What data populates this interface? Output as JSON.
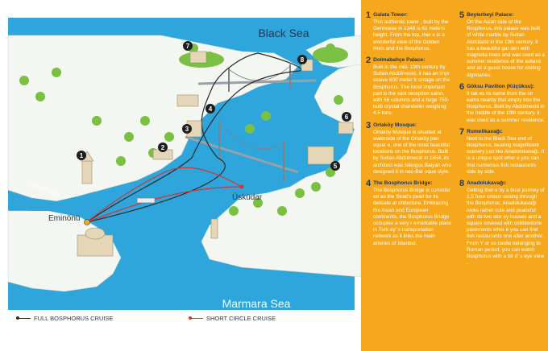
{
  "map": {
    "labels": {
      "black_sea": "Black Sea",
      "marmara_sea": "Marmara Sea",
      "golden_horn": "Golden Horn",
      "eminonu": "Eminönü",
      "uskudar": "Üsküdar"
    },
    "markers": [
      "1",
      "2",
      "3",
      "4",
      "5",
      "6",
      "7",
      "8"
    ],
    "colors": {
      "sea": "#2ea6dc",
      "land": "#ffffff",
      "full_route": "#2b2b2b",
      "short_route": "#d9342b",
      "marker": "#1e1e1e",
      "tree": "#79c043"
    }
  },
  "legend": {
    "full": "FULL BOSPHORUS CRUISE",
    "short": "SHORT CIRCLE CRUISE"
  },
  "panel": {
    "bg": "#f5a81c",
    "items": [
      {
        "num": "1",
        "title": "Galata Tower:",
        "text": "This authentic tower , built by the Gennoese in 1348 is 62 meters height. From the top, ther e is a wonderful view of the Golden Horn and the Bosphorus."
      },
      {
        "num": "2",
        "title": "Dolmabahçe Palace:",
        "text": "Built in the mid- 19th century by Sultan Abdülmecid, it has an impr essive 600 meter fr ontage on the Bosphorus. The most important part is the vast reception salon, with 56 columns and a huge 750-bulb crystal chandelier weighing 4.5 tons."
      },
      {
        "num": "3",
        "title": "Ortaköy Mosque:",
        "text": "Ortaköy Mosque is situated at waterside of the Ortaköy pier squar e, one of the most beautiful locations on the Bosphorus. Built by Sultan Abdülmecid in 1854, its architect was Nikogos Balyan who designed it in neo-Bar oque style."
      },
      {
        "num": "4",
        "title": "The Bosphorus Bridge:",
        "text": "The Bosphorus Bridge is consider ed as the Strait's pearl for its delicate ar chitecture. Embracing the Asian and European continents, the Bosphorus Bridge occupies a very r emarkable place in Turk ey' s transportation network as it links the main arteries of İstanbul."
      },
      {
        "num": "5",
        "title": "Beylerbeyi Palace:",
        "text": "On the Asian side of the Bosphorus, this palace was built of white marble by Sultan Abdülaziz in the 19th century. It has a beautiful gar den with magnolia trees and was used as a summer residence of the sultans and as a guest house for visiting dignitaries."
      },
      {
        "num": "6",
        "title": "Göksu Pavilion (Küçüksu):",
        "text": "It tak es its name from the str eams nearby that empty into the Bosphorus. Built by Abdülmecid in the middle of the 19th century, it was used as a summer residence."
      },
      {
        "num": "7",
        "title": "Rumelikavağı:",
        "text": "Next to the Black Sea end of Bosphorus, bearing magnificent scenery just like Anadolukavağı. It is a unique spot wher e you can find numerous fish restaurants side by side."
      },
      {
        "num": "8",
        "title": "Anadolukavağı:",
        "text": "Getting ther e by a boat journey of 1,5 hour crisscr ossing through the Bosphorus, Anadolukavağı looks rather cute and peaceful with its two stor ey houses and a square covered with cobblestone pavements wher e you can find fish restaurants one after another. From Y or os castle belonging to Roman period, you can watch Bosphorus with a bir d' s eye view ."
      }
    ]
  }
}
